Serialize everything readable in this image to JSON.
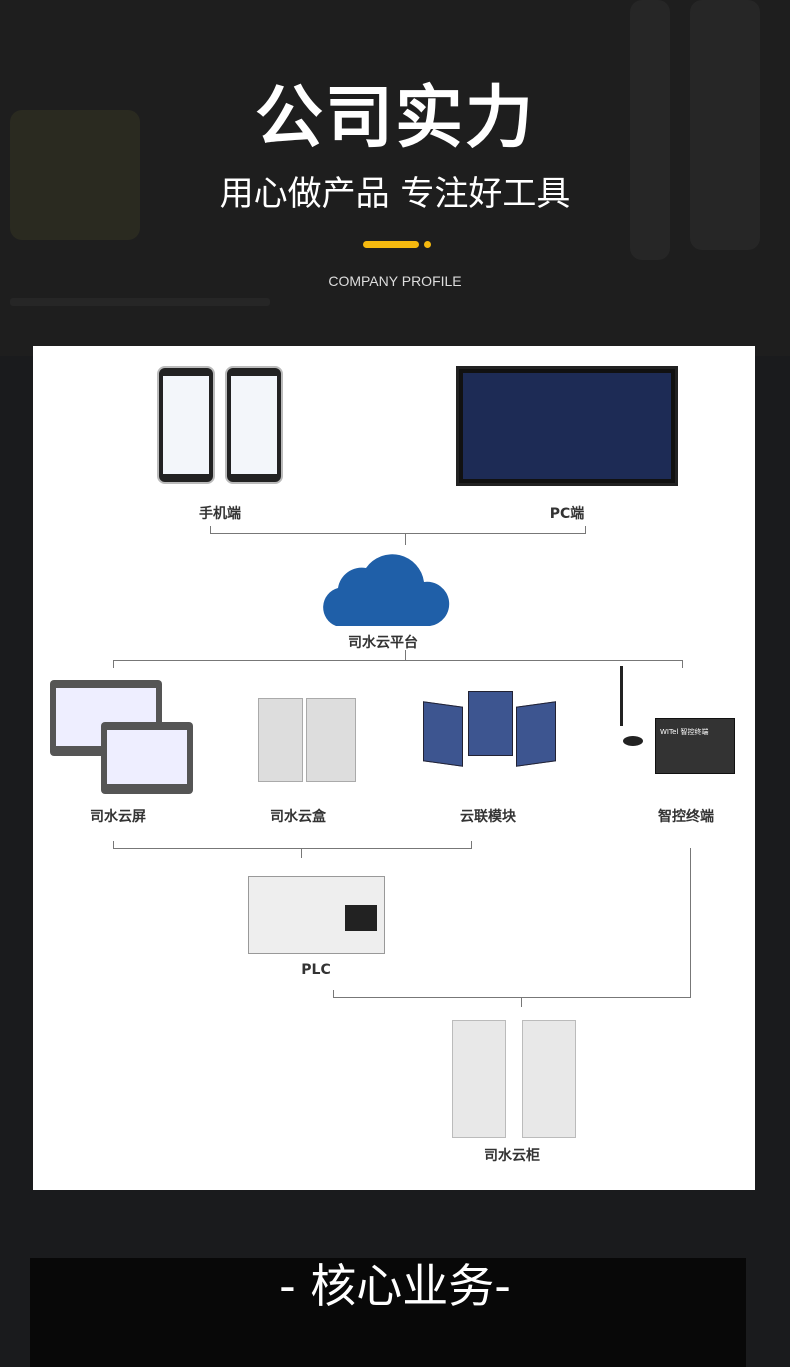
{
  "header": {
    "title": "公司实力",
    "subtitle": "用心做产品 专注好工具",
    "english": "COMPANY PROFILE",
    "accent": "#f5b90f"
  },
  "diagram": {
    "mobile": "手机端",
    "pc": "PC端",
    "platform": "司水云平台",
    "screen": "司水云屏",
    "box": "司水云盒",
    "module": "云联模块",
    "terminal": "智控终端",
    "plc": "PLC",
    "cabinet": "司水云柜",
    "terminal_brand": "WITel 智控终端"
  },
  "section": {
    "title": "- 核心业务-"
  }
}
